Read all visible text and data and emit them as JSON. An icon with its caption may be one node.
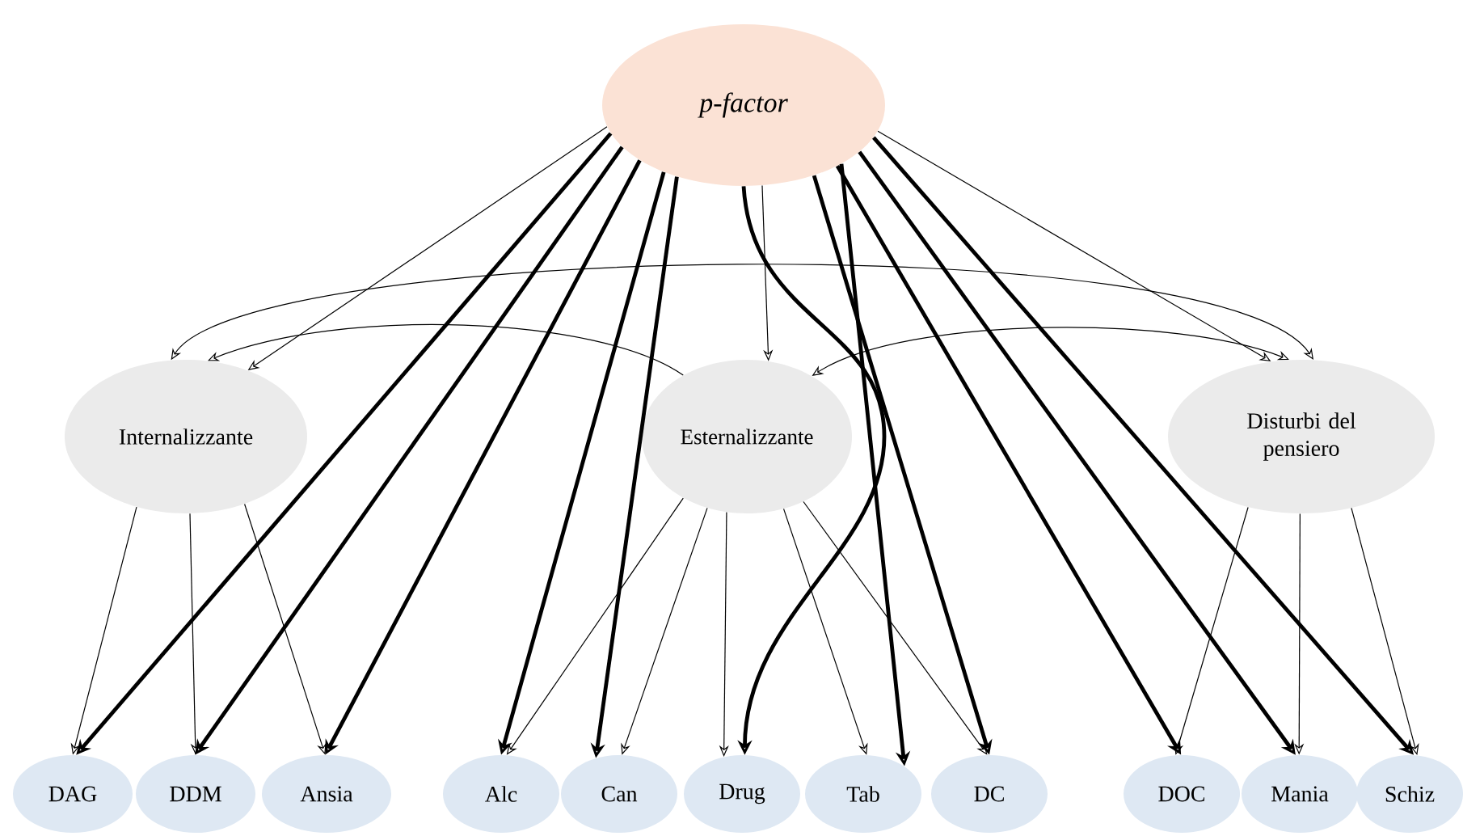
{
  "diagram": {
    "nodes": [
      {
        "text": [
          "p-factor"
        ]
      },
      {
        "text": [
          "Internalizzante"
        ]
      },
      {
        "text": [
          "Esternalizzante"
        ]
      },
      {
        "text": [
          "Disturbi del pensiero"
        ]
      },
      {
        "text": [
          "DAG"
        ]
      },
      {
        "text": [
          "DDM"
        ]
      },
      {
        "text": [
          "Ansia"
        ]
      },
      {
        "text": [
          "Alc"
        ]
      },
      {
        "text": [
          "Can"
        ]
      },
      {
        "text": [
          "Drug"
        ]
      },
      {
        "text": [
          "Tab"
        ]
      },
      {
        "text": [
          "DC"
        ]
      },
      {
        "text": [
          "DOC"
        ]
      },
      {
        "text": [
          "Mania"
        ]
      },
      {
        "text": [
          "Schiz"
        ]
      }
    ],
    "edges": [
      {
        "from": 0,
        "to": 1,
        "arrow": "to"
      },
      {
        "from": 0,
        "to": 2,
        "arrow": "to"
      },
      {
        "from": 0,
        "to": 3,
        "arrow": "to"
      },
      {
        "from": 0,
        "to": 4,
        "arrow": "to",
        "style": "thick"
      },
      {
        "from": 0,
        "to": 5,
        "arrow": "to",
        "style": "thick"
      },
      {
        "from": 0,
        "to": 6,
        "arrow": "to",
        "style": "thick"
      },
      {
        "from": 0,
        "to": 7,
        "arrow": "to",
        "style": "thick"
      },
      {
        "from": 0,
        "to": 8,
        "arrow": "to",
        "style": "thick"
      },
      {
        "from": 0,
        "to": 9,
        "arrow": "to",
        "style": "thick"
      },
      {
        "from": 0,
        "to": 10,
        "arrow": "to",
        "style": "thick"
      },
      {
        "from": 0,
        "to": 11,
        "arrow": "to",
        "style": "thick"
      },
      {
        "from": 0,
        "to": 12,
        "arrow": "to",
        "style": "thick"
      },
      {
        "from": 0,
        "to": 13,
        "arrow": "to",
        "style": "thick"
      },
      {
        "from": 0,
        "to": 14,
        "arrow": "to",
        "style": "thick"
      },
      {
        "from": 1,
        "to": 4,
        "arrow": "to"
      },
      {
        "from": 1,
        "to": 5,
        "arrow": "to"
      },
      {
        "from": 1,
        "to": 6,
        "arrow": "to"
      },
      {
        "from": 2,
        "to": 7,
        "arrow": "to"
      },
      {
        "from": 2,
        "to": 8,
        "arrow": "to"
      },
      {
        "from": 2,
        "to": 9,
        "arrow": "to"
      },
      {
        "from": 2,
        "to": 10,
        "arrow": "to"
      },
      {
        "from": 2,
        "to": 11,
        "arrow": "to"
      },
      {
        "from": 3,
        "to": 12,
        "arrow": "to"
      },
      {
        "from": 3,
        "to": 13,
        "arrow": "to"
      },
      {
        "from": 3,
        "to": 14,
        "arrow": "to"
      },
      {
        "from": 1,
        "to": 3,
        "arrow": "both"
      },
      {
        "from": 2,
        "to": 1,
        "arrow": "to"
      },
      {
        "from": 3,
        "to": 2,
        "arrow": "both"
      }
    ]
  }
}
